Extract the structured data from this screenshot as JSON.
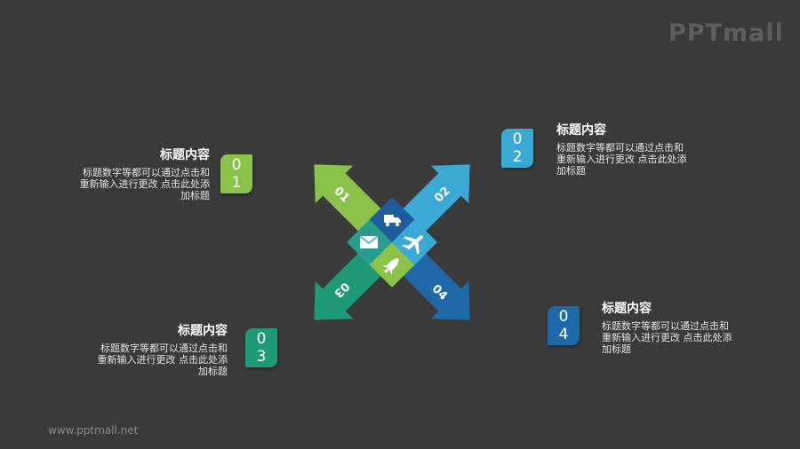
{
  "brand": {
    "logo_text": "PPTmall",
    "footer_url": "www.pptmall.net"
  },
  "colors": {
    "background": "#3a3a3a",
    "item1": "#8bc34a",
    "item2": "#3aa9d6",
    "item3": "#1f9a78",
    "item4": "#1e6aa8"
  },
  "items": [
    {
      "digit_top": "0",
      "digit_bottom": "1",
      "arrow_label": "01",
      "title": "标题内容",
      "body": "标题数字等都可以通过点击和\n重新输入进行更改 点击此处添\n加标题",
      "icon": "mail-icon"
    },
    {
      "digit_top": "0",
      "digit_bottom": "2",
      "arrow_label": "02",
      "title": "标题内容",
      "body": "标题数字等都可以通过点击和\n重新输入进行更改 点击此处添\n加标题",
      "icon": "truck-icon"
    },
    {
      "digit_top": "0",
      "digit_bottom": "3",
      "arrow_label": "03",
      "title": "标题内容",
      "body": "标题数字等都可以通过点击和\n重新输入进行更改 点击此处添\n加标题",
      "icon": "rocket-icon"
    },
    {
      "digit_top": "0",
      "digit_bottom": "4",
      "arrow_label": "04",
      "title": "标题内容",
      "body": "标题数字等都可以通过点击和\n重新输入进行更改 点击此处添\n加标题",
      "icon": "airplane-icon"
    }
  ]
}
